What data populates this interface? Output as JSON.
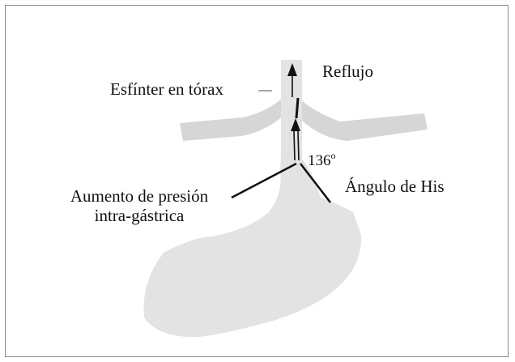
{
  "labels": {
    "esfinter": "Esfínter en tórax",
    "reflujo": "Reflujo",
    "angle_value": "136",
    "angle_unit": "o",
    "angulo_his": "Ángulo de His",
    "presion_line1": "Aumento de presión",
    "presion_line2": "intra-gástrica"
  },
  "colors": {
    "organ_fill": "#e3e3e3",
    "diaphragm_fill": "#d6d6d6",
    "line": "#111111",
    "frame": "#8a8a8a"
  }
}
